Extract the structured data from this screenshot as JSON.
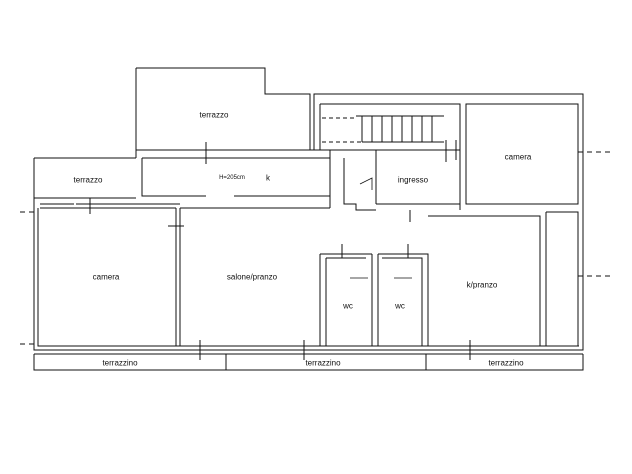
{
  "rooms": {
    "terrazzo_top": "terrazzo",
    "terrazzo_left": "terrazzo",
    "kitchen": "k",
    "kitchen_height": "H=205cm",
    "ingresso": "ingresso",
    "camera_right": "camera",
    "camera_left": "camera",
    "salone": "salone/pranzo",
    "wc_1": "wc",
    "wc_2": "wc",
    "kpranzo": "k/pranzo",
    "terrazzino_1": "terrazzino",
    "terrazzino_2": "terrazzino",
    "terrazzino_3": "terrazzino"
  },
  "colors": {
    "wall": "#111111",
    "background": "#ffffff"
  }
}
